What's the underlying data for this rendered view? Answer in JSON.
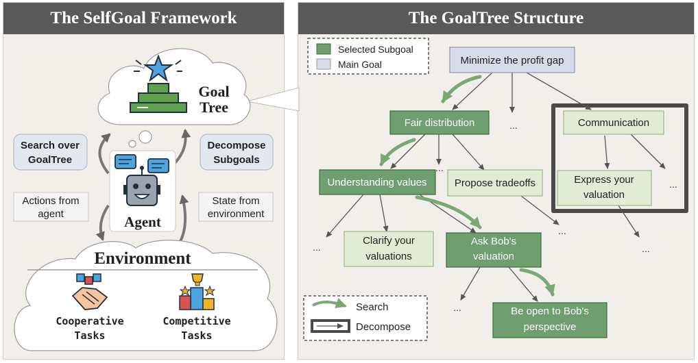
{
  "left_panel": {
    "title": "The SelfGoal Framework",
    "goal_tree_label": [
      "Goal",
      "Tree"
    ],
    "agent_label": "Agent",
    "search_label": [
      "Search over",
      "GoalTree"
    ],
    "decompose_label": [
      "Decompose",
      "Subgoals"
    ],
    "actions_label": [
      "Actions from",
      "agent"
    ],
    "state_label": [
      "State from",
      "environment"
    ],
    "environment_title": "Environment",
    "cooperative_label": [
      "Cooperative",
      "Tasks"
    ],
    "competitive_label": [
      "Competitive",
      "Tasks"
    ]
  },
  "right_panel": {
    "title": "The GoalTree Structure",
    "legend_top": {
      "selected": "Selected Subgoal",
      "main": "Main Goal"
    },
    "legend_bottom": {
      "search": "Search",
      "decompose": "Decompose"
    },
    "nodes": {
      "root": [
        "Minimize the profit gap"
      ],
      "fair": [
        "Fair distribution"
      ],
      "comm": [
        "Communication"
      ],
      "understand": [
        "Understanding values"
      ],
      "propose": [
        "Propose tradeoffs"
      ],
      "express": [
        "Express your",
        "valuation"
      ],
      "clarify": [
        "Clarify your",
        "valuations"
      ],
      "askbob": [
        "Ask Bob's",
        "valuation"
      ],
      "beopen": [
        "Be open to Bob's",
        "perspective"
      ]
    },
    "ellipsis": "..."
  },
  "colors": {
    "header": "#595959",
    "panel": "#f2efea",
    "selected_fill": "#6f9e6f",
    "selected_stroke": "#3f6b3f",
    "light_fill": "#e2ebd3",
    "light_stroke": "#9db48a",
    "main_fill": "#d8dbea",
    "main_stroke": "#8d93b0",
    "search_arrow": "#7aa874",
    "edge": "#555555"
  }
}
